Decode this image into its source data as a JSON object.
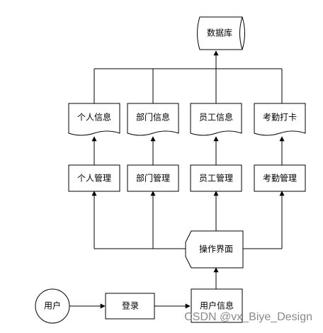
{
  "diagram": {
    "nodes": {
      "database": "数据库",
      "personal_info": "个人信息",
      "dept_info": "部门信息",
      "employee_info": "员工信息",
      "attendance_clockin": "考勤打卡",
      "personal_mgmt": "个人管理",
      "dept_mgmt": "部门管理",
      "employee_mgmt": "员工管理",
      "attendance_mgmt": "考勤管理",
      "operation_ui": "操作界面",
      "user": "用户",
      "login": "登录",
      "user_info": "用户信息"
    },
    "edges": [
      [
        "user",
        "login"
      ],
      [
        "login",
        "user_info"
      ],
      [
        "user_info",
        "operation_ui"
      ],
      [
        "operation_ui",
        "personal_mgmt"
      ],
      [
        "operation_ui",
        "dept_mgmt"
      ],
      [
        "operation_ui",
        "employee_mgmt"
      ],
      [
        "operation_ui",
        "attendance_mgmt"
      ],
      [
        "personal_mgmt",
        "personal_info"
      ],
      [
        "dept_mgmt",
        "dept_info"
      ],
      [
        "employee_mgmt",
        "employee_info"
      ],
      [
        "attendance_mgmt",
        "attendance_clockin"
      ],
      [
        "personal_info",
        "database"
      ],
      [
        "dept_info",
        "database"
      ],
      [
        "employee_info",
        "database"
      ],
      [
        "attendance_clockin",
        "database"
      ]
    ]
  },
  "watermark": "CSDN @vx_Biye_Design",
  "colors": {
    "stroke": "#000000",
    "background": "#ffffff",
    "watermark": "#8a8a8a"
  }
}
